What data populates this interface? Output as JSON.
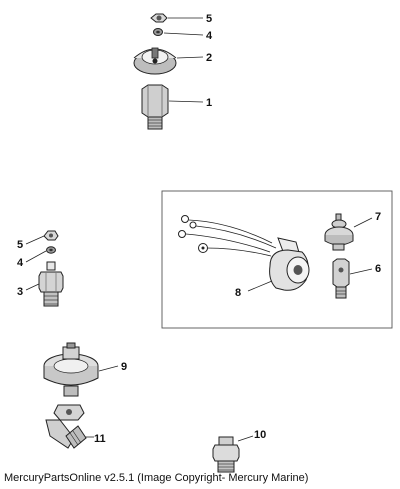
{
  "callouts": {
    "top_5": "5",
    "top_4": "4",
    "top_2": "2",
    "top_1": "1",
    "left_5": "5",
    "left_4": "4",
    "left_3": "3",
    "kit_7": "7",
    "kit_6": "6",
    "kit_8": "8",
    "sender_9": "9",
    "fitting_11": "11",
    "fitting_10": "10"
  },
  "footer": {
    "caption": "MercuryPartsOnline v2.5.1 (Image Copyright- Mercury Marine)"
  }
}
